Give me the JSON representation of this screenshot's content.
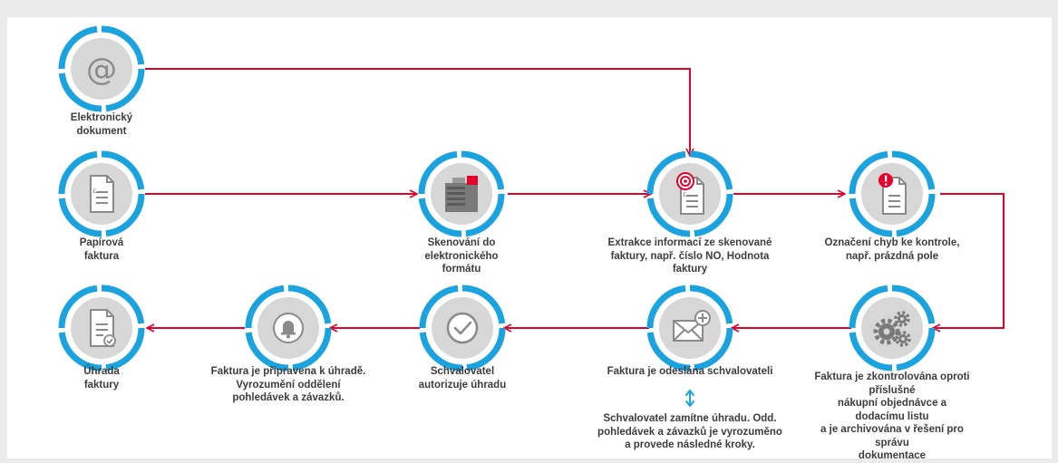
{
  "colors": {
    "arrow": "#e4002b",
    "ring": "#1ba3df",
    "disc": "#d7d7d7",
    "glyph": "#8a8a8a",
    "text": "#3d3d3d"
  },
  "steps": [
    {
      "id": "email",
      "icon": "at-sign-icon",
      "label": "Elektronický\ndokument"
    },
    {
      "id": "paper",
      "icon": "paper-invoice-icon",
      "label": "Papírová\nfaktura"
    },
    {
      "id": "scan",
      "icon": "scanner-icon",
      "label": "Skenování do\nelektronického\nformátu"
    },
    {
      "id": "extract",
      "icon": "target-document-icon",
      "label": "Extrakce informací ze skenované\nfaktury, např. číslo NO, Hodnota\nfaktury"
    },
    {
      "id": "flag",
      "icon": "alert-document-icon",
      "label": "Označení chyb ke kontrole,\nnapř. prázdná pole"
    },
    {
      "id": "check",
      "icon": "gears-icon",
      "label": "Faktura je zkontrolována oproti příslušné\nnákupní objednávce a dodacímu listu\na je archivována v řešení pro správu\ndokumentace"
    },
    {
      "id": "send",
      "icon": "envelope-plus-icon",
      "label": "Faktura je odeslána schvalovateli"
    },
    {
      "id": "approve",
      "icon": "checkmark-icon",
      "label": "Schvalovatel\nautorizuje úhradu"
    },
    {
      "id": "notify",
      "icon": "bell-icon",
      "label": "Faktura je připravena k úhradě.\nVyrozumění oddělení\npohledávek a závazků."
    },
    {
      "id": "pay",
      "icon": "paid-invoice-icon",
      "label": "Úhrada\nfaktury"
    }
  ],
  "rejection_note": "Schvalovatel zamítne úhradu. Odd.\npohledávek a závazků je vyrozuměno\na provede následné kroky."
}
